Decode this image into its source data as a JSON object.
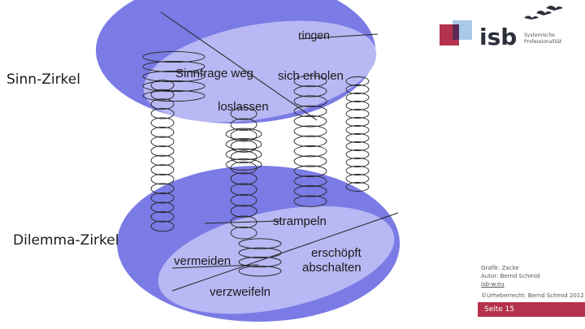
{
  "diagram": {
    "left_label_top": "Sinn-Zirkel",
    "left_label_bottom": "Dilemma-Zirkel",
    "top_disc_words": [
      "ringen",
      "Sinnfrage weg",
      "sich erholen",
      "loslassen"
    ],
    "bottom_disc_words": [
      "strampeln",
      "vermeiden",
      "erschöpft",
      "abschalten",
      "verzweifeln"
    ]
  },
  "logo": {
    "text": "isb",
    "tagline_line1": "Systemische",
    "tagline_line2": "Professionalität"
  },
  "footer": {
    "line1": "Grafik: Zacke",
    "line2": "Autor: Bernd Schmid",
    "line3": "isb-w.eu",
    "line4": "©Urheberrecht: Bernd Schmid 2012",
    "page_label": "Seite 15"
  },
  "colors": {
    "disc_outer": "#7b7be6",
    "disc_inner": "#b8b8f4",
    "logo_red": "#b4324b",
    "logo_blue": "#9fc3e6",
    "page_badge": "#b4324b"
  }
}
